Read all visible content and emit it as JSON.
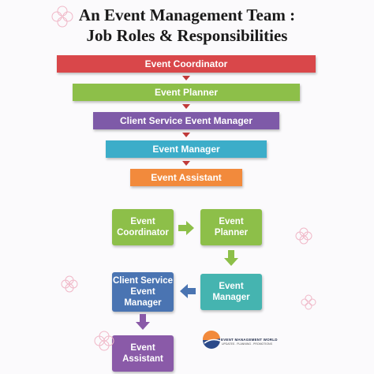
{
  "title": {
    "line1": "An Event Management Team :",
    "line2": "Job Roles & Responsibilities"
  },
  "hierarchy": [
    {
      "label": "Event Coordinator",
      "color": "#d9474a"
    },
    {
      "label": "Event Planner",
      "color": "#8dbf49"
    },
    {
      "label": "Client Service Event Manager",
      "color": "#7e5aa8"
    },
    {
      "label": "Event Manager",
      "color": "#3cadc9"
    },
    {
      "label": "Event Assistant",
      "color": "#f28a3c"
    }
  ],
  "flow": [
    {
      "label": "Event\nCoordinator",
      "color": "#8dbf49"
    },
    {
      "label": "Event\nPlanner",
      "color": "#8dbf49"
    },
    {
      "label": "Event\nManager",
      "color": "#45b4b0"
    },
    {
      "label": "Client Service\nEvent\nManager",
      "color": "#4a74b2"
    },
    {
      "label": "Event\nAssistant",
      "color": "#8a5aa8"
    }
  ],
  "colors": {
    "arrow_small": "#c03a3a",
    "arrow_green": "#8dbf49",
    "arrow_blue": "#4a74b2",
    "arrow_purple": "#8a5aa8"
  },
  "logo": {
    "name": "EVENT MANAGEMENT WORLD",
    "tagline": "UPDATES . PLANNING . PROMOTIONS"
  }
}
